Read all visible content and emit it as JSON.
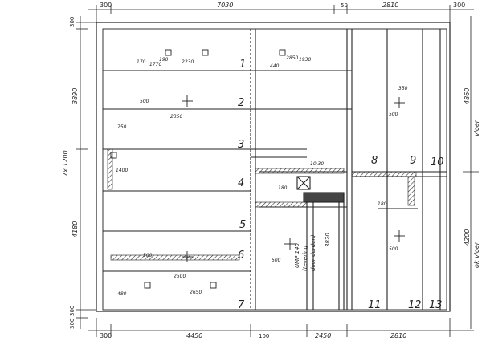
{
  "dimensions": {
    "top": {
      "left_margin": "300",
      "span_left": "7030",
      "gap": "50",
      "span_right": "2810",
      "right_margin": "300"
    },
    "bottom": {
      "left_margin": "300",
      "span_a": "4450",
      "gap": "100",
      "span_b": "2450",
      "span_c": "2810"
    },
    "left": {
      "top_small": "300",
      "upper": "3890",
      "total": "7x 1200",
      "lower": "4180",
      "bottom_small_a": "300",
      "bottom_small_b": "300"
    },
    "right": {
      "upper": "4860",
      "lower": "4200"
    }
  },
  "panels": [
    "1",
    "2",
    "3",
    "4",
    "5",
    "6",
    "7"
  ],
  "right_panels": [
    "8",
    "9",
    "10",
    "11",
    "12",
    "13"
  ],
  "beam_note": {
    "line1": "UMP 140",
    "line2": "(tevering",
    "line3": "door derden)",
    "line4": "3820"
  },
  "annotations": {
    "a1": "170",
    "a2": "190",
    "a3": "2230",
    "a4": "1770",
    "a5": "2350",
    "a6": "750",
    "a7": "2850",
    "a8": "440",
    "a9": "1930",
    "a10": "500",
    "a11": "1400",
    "a12": "2500",
    "a13": "480",
    "a14": "500",
    "a15": "2650",
    "a16": "350",
    "a17": "500",
    "a18": "10.30",
    "a19": "500",
    "a20": "180",
    "a21": "500",
    "a22": "180"
  },
  "side_labels": {
    "upper": "vloer",
    "lower": "ok vloer"
  }
}
